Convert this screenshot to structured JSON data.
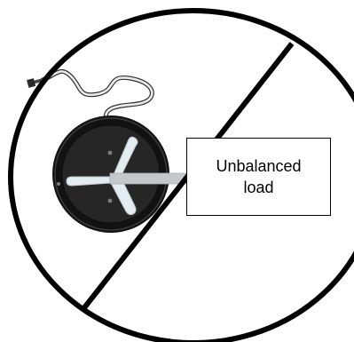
{
  "callout": {
    "line1": "Unbalanced",
    "line2": "load"
  },
  "symbol": {
    "type": "prohibition-sign",
    "color": "#000000"
  },
  "device": {
    "type": "round-base-with-power-cord",
    "base_color": "#1a1a1a",
    "arm_color": "#e6eef2",
    "load_color": "#c4c8cb"
  }
}
